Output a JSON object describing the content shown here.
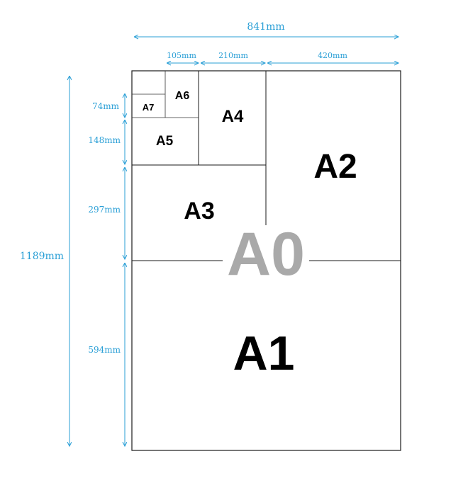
{
  "colors": {
    "dimension": "#2a9fd6",
    "line": "#1a1a1a",
    "label": "#000000",
    "a0_label": "#a9a9a9",
    "background": "#ffffff"
  },
  "labels": {
    "a0": "A0",
    "a1": "A1",
    "a2": "A2",
    "a3": "A3",
    "a4": "A4",
    "a5": "A5",
    "a6": "A6",
    "a7": "A7"
  },
  "dimensions": {
    "total_width": "841mm",
    "w105": "105mm",
    "w210": "210mm",
    "w420": "420mm",
    "total_height": "1189mm",
    "h74": "74mm",
    "h148": "148mm",
    "h297": "297mm",
    "h594": "594mm"
  }
}
